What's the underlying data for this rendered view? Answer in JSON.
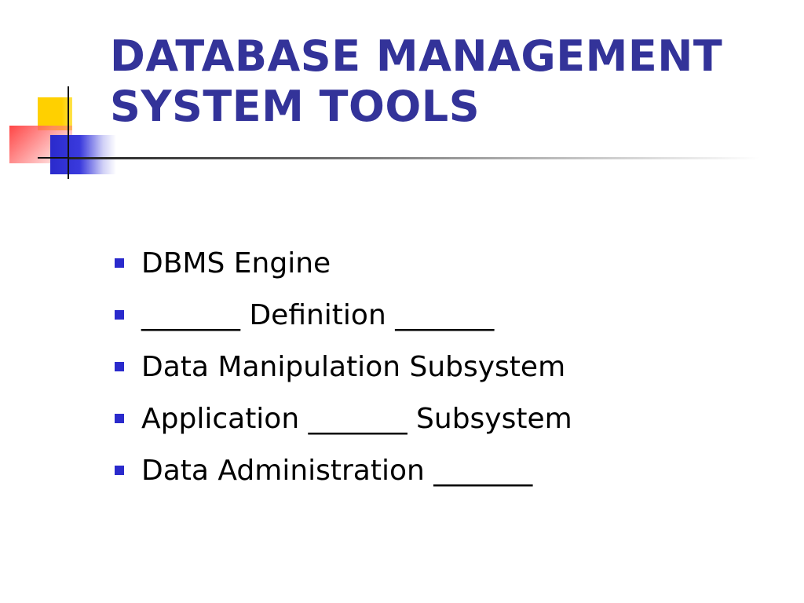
{
  "slide": {
    "title": "DATABASE MANAGEMENT SYSTEM TOOLS",
    "bullets": [
      "DBMS Engine",
      "_______ Definition _______",
      "Data Manipulation Subsystem",
      "Application _______ Subsystem",
      "Data Administration _______"
    ]
  },
  "colors": {
    "title": "#333399",
    "bullet_marker": "#2a2acc",
    "logo_yellow": "#ffd000",
    "logo_red": "#ff3c3c",
    "logo_blue": "#2a2acc"
  }
}
